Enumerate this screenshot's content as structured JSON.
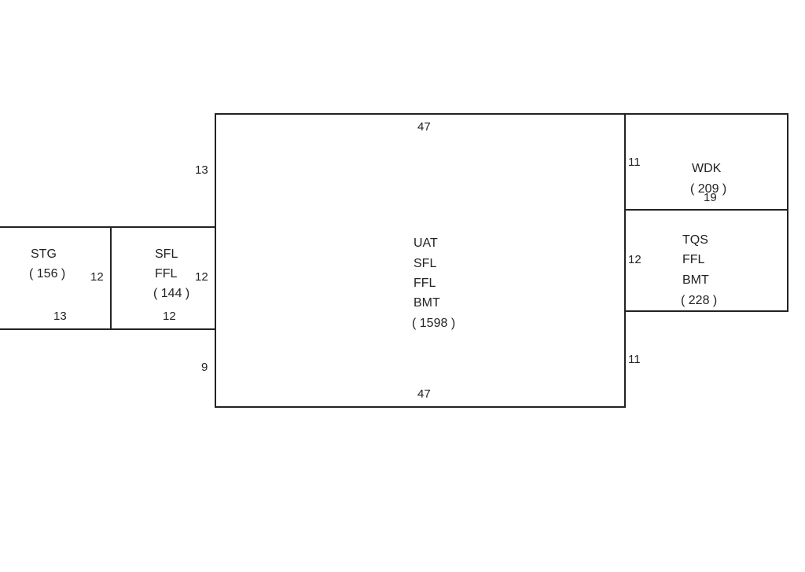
{
  "sketch": {
    "rooms": {
      "main": {
        "codes": [
          "UAT",
          "SFL",
          "FFL",
          "BMT"
        ],
        "area": "( 1598 )"
      },
      "stg": {
        "codes": [
          "STG"
        ],
        "area": "( 156 )"
      },
      "sfl": {
        "codes": [
          "SFL",
          "FFL"
        ],
        "area": "( 144 )"
      },
      "wdk": {
        "codes": [
          "WDK"
        ],
        "area": "( 209 )"
      },
      "tqs": {
        "codes": [
          "TQS",
          "FFL",
          "BMT"
        ],
        "area": "( 228 )"
      }
    },
    "dimensions": {
      "main_top": "47",
      "main_bottom": "47",
      "main_left_upper": "13",
      "main_left_lower": "9",
      "main_right_upper": "11",
      "main_right_lower": "11",
      "stg_right": "12",
      "stg_bottom": "13",
      "sfl_right": "12",
      "sfl_bottom": "12",
      "wdk_bottom": "19",
      "tqs_left": "12"
    }
  }
}
